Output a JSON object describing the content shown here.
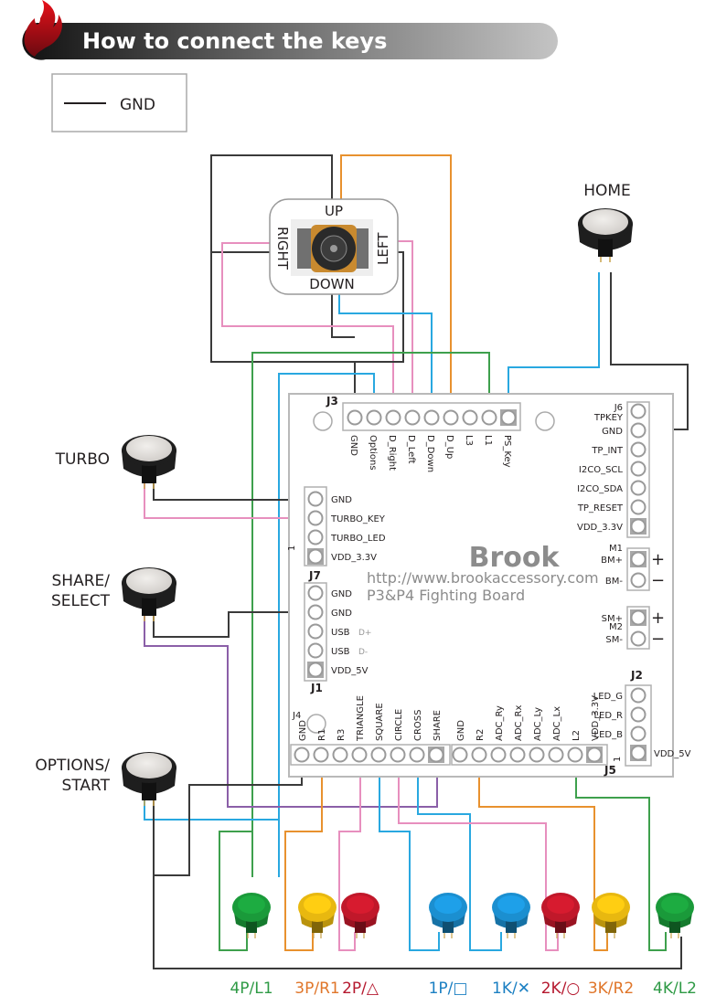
{
  "header": {
    "title": "How to connect the keys"
  },
  "legend": {
    "label": "GND",
    "line_color": "#231f20"
  },
  "joystick": {
    "labels": {
      "up": "UP",
      "down": "DOWN",
      "left": "LEFT",
      "right": "RIGHT"
    }
  },
  "aux_buttons": [
    {
      "id": "home",
      "label_lines": [
        "HOME"
      ]
    },
    {
      "id": "turbo",
      "label_lines": [
        "TURBO"
      ]
    },
    {
      "id": "share",
      "label_lines": [
        "SHARE/",
        "SELECT"
      ]
    },
    {
      "id": "options",
      "label_lines": [
        "OPTIONS/",
        "START"
      ]
    }
  ],
  "board": {
    "brand": "Brook",
    "url": "http://www.brookaccessory.com",
    "model": "P3&P4 Fighting Board",
    "connectors": {
      "J3": {
        "name": "J3",
        "pins": [
          "GND",
          "Options",
          "D_Right",
          "D_Left",
          "D_Down",
          "D_Up",
          "L3",
          "L1",
          "PS_Key"
        ]
      },
      "J6": {
        "name": "J6",
        "pins": [
          "TPKEY",
          "GND",
          "TP_INT",
          "I2CO_SCL",
          "I2CO_SDA",
          "TP_RESET",
          "VDD_3.3V"
        ]
      },
      "J7": {
        "name": "J7",
        "pin1_mark": "1",
        "pins": [
          "GND",
          "TURBO_KEY",
          "TURBO_LED",
          "VDD_3.3V"
        ]
      },
      "J1": {
        "name": "J1",
        "pins": [
          "GND",
          "GND",
          "USB",
          "USB",
          "VDD_5V"
        ],
        "sub": [
          "",
          "",
          "D+",
          "D-",
          ""
        ]
      },
      "M1": {
        "name": "M1",
        "pins": [
          "BM+",
          "BM-"
        ],
        "signs": [
          "+",
          "−"
        ]
      },
      "M2": {
        "name": "M2",
        "pins": [
          "SM+",
          "SM-"
        ],
        "signs": [
          "+",
          "−"
        ]
      },
      "J2": {
        "name": "J2",
        "pins": [
          "LED_G",
          "LED_R",
          "LED_B",
          "VDD_5V"
        ]
      },
      "J4": {
        "name": "J4",
        "pins": [
          "GND",
          "R1",
          "R3",
          "TRIANGLE",
          "SQUARE",
          "CIRCLE",
          "CROSS",
          "SHARE"
        ]
      },
      "J5": {
        "name": "J5",
        "pin1_mark": "1",
        "pins": [
          "GND",
          "R2",
          "ADC_Ry",
          "ADC_Rx",
          "ADC_Ly",
          "ADC_Lx",
          "L2",
          "VDD_3.3V"
        ]
      }
    }
  },
  "action_buttons": [
    {
      "label": "4P/L1",
      "cap_color": "#1a9a3a",
      "text_color": "#2e9a45"
    },
    {
      "label": "3P/R1",
      "cap_color": "#e8b810",
      "text_color": "#e0762a"
    },
    {
      "label": "2P/△",
      "cap_color": "#c0182a",
      "text_color": "#b5182e"
    },
    {
      "label": "1P/□",
      "cap_color": "#1b8fd0",
      "text_color": "#1a7fc2"
    },
    {
      "label": "1K/✕",
      "cap_color": "#1b8fd0",
      "text_color": "#1a7fc2"
    },
    {
      "label": "2K/○",
      "cap_color": "#c0182a",
      "text_color": "#b5182e"
    },
    {
      "label": "3K/R2",
      "cap_color": "#e8b810",
      "text_color": "#e0762a"
    },
    {
      "label": "4K/L2",
      "cap_color": "#1a9a3a",
      "text_color": "#2e9a45"
    }
  ],
  "wire_colors": {
    "gnd": "#3a3a3a",
    "blue": "#29a8e0",
    "pink": "#e78fbe",
    "orange": "#e8912e",
    "green": "#3ea04d",
    "purple": "#8b5fa8"
  }
}
